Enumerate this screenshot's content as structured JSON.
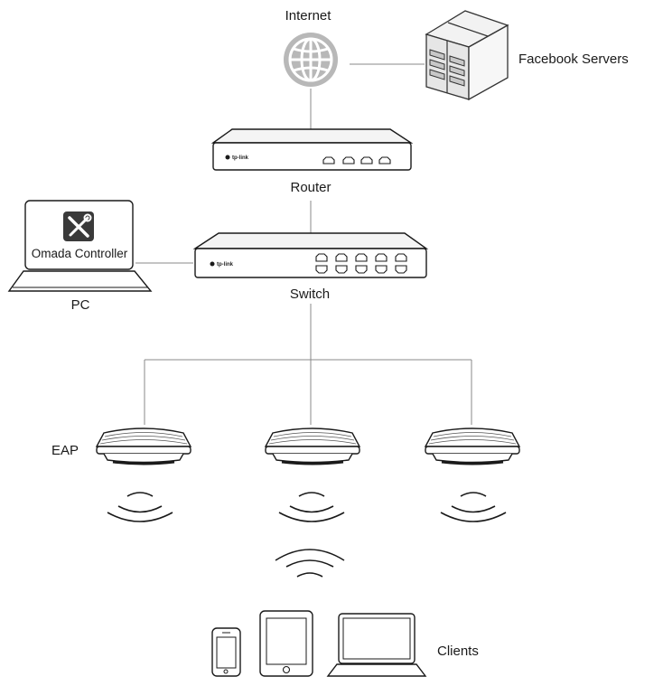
{
  "labels": {
    "internet": "Internet",
    "servers": "Facebook Servers",
    "router": "Router",
    "switch": "Switch",
    "pc": "PC",
    "controller": "Omada Controller",
    "eap": "EAP",
    "clients": "Clients"
  },
  "brand": "tp-link",
  "icons": [
    "globe-icon",
    "server-icon",
    "router-icon",
    "switch-icon",
    "laptop-icon",
    "wrench-screwdriver-icon",
    "access-point-icon",
    "wifi-signal-icon",
    "phone-icon",
    "tablet-icon"
  ]
}
